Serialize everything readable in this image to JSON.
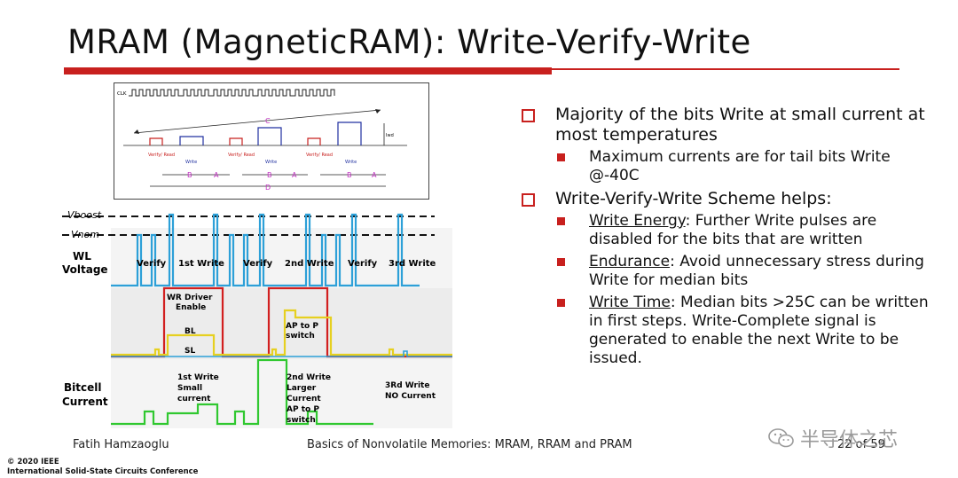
{
  "slide": {
    "title": "MRAM (MagneticRAM): Write-Verify-Write",
    "accent_color": "#c8201e"
  },
  "timing_diagram": {
    "clk_label": "CLK",
    "c_label": "C",
    "vertical_label": "Iwd",
    "pulse_labels": [
      "Verify/ Read",
      "Write",
      "Verify/ Read",
      "Write",
      "Verify/ Read",
      "Write"
    ],
    "b_label": "B",
    "a_label": "A",
    "d_label": "D"
  },
  "waveform": {
    "vboost": "Vboost",
    "vnom": "Vnom",
    "wl_voltage": "WL Voltage",
    "verify": "Verify",
    "first_write": "1st Write",
    "second_write": "2nd Write",
    "third_write": "3rd Write",
    "wr_driver_enable": "WR Driver Enable",
    "bl": "BL",
    "sl": "SL",
    "ap_to_p_switch": "AP to P switch",
    "bitcell_current": "Bitcell Current",
    "first_write_small_current": "1st Write Small current",
    "second_write_larger_current": "2nd Write Larger Current AP to P switch",
    "third_write_no_current": "3Rd Write NO Current"
  },
  "bullets": {
    "b1": "Majority of the bits Write at small current at most temperatures",
    "b1_sub1": "Maximum currents are for tail bits Write @-40C",
    "b2": "Write-Verify-Write Scheme helps:",
    "b2_sub1_term": "Write Energy",
    "b2_sub1_text": ": Further Write pulses are disabled for the bits that are written",
    "b2_sub2_term": "Endurance",
    "b2_sub2_text": ": Avoid unnecessary stress during Write for median bits",
    "b2_sub3_term": "Write Time",
    "b2_sub3_text": ": Median bits >25C can be written in first steps. Write-Complete signal is generated to enable the next Write to be issued."
  },
  "footer": {
    "author": "Fatih Hamzaoglu",
    "course": "Basics of Nonvolatile Memories: MRAM, RRAM and PRAM",
    "page": "22 of 59",
    "copyright_line1": "© 2020 IEEE",
    "copyright_line2": "International Solid-State Circuits Conference",
    "watermark": "半导体之芯",
    "watermark_icon": "wechat-icon"
  }
}
